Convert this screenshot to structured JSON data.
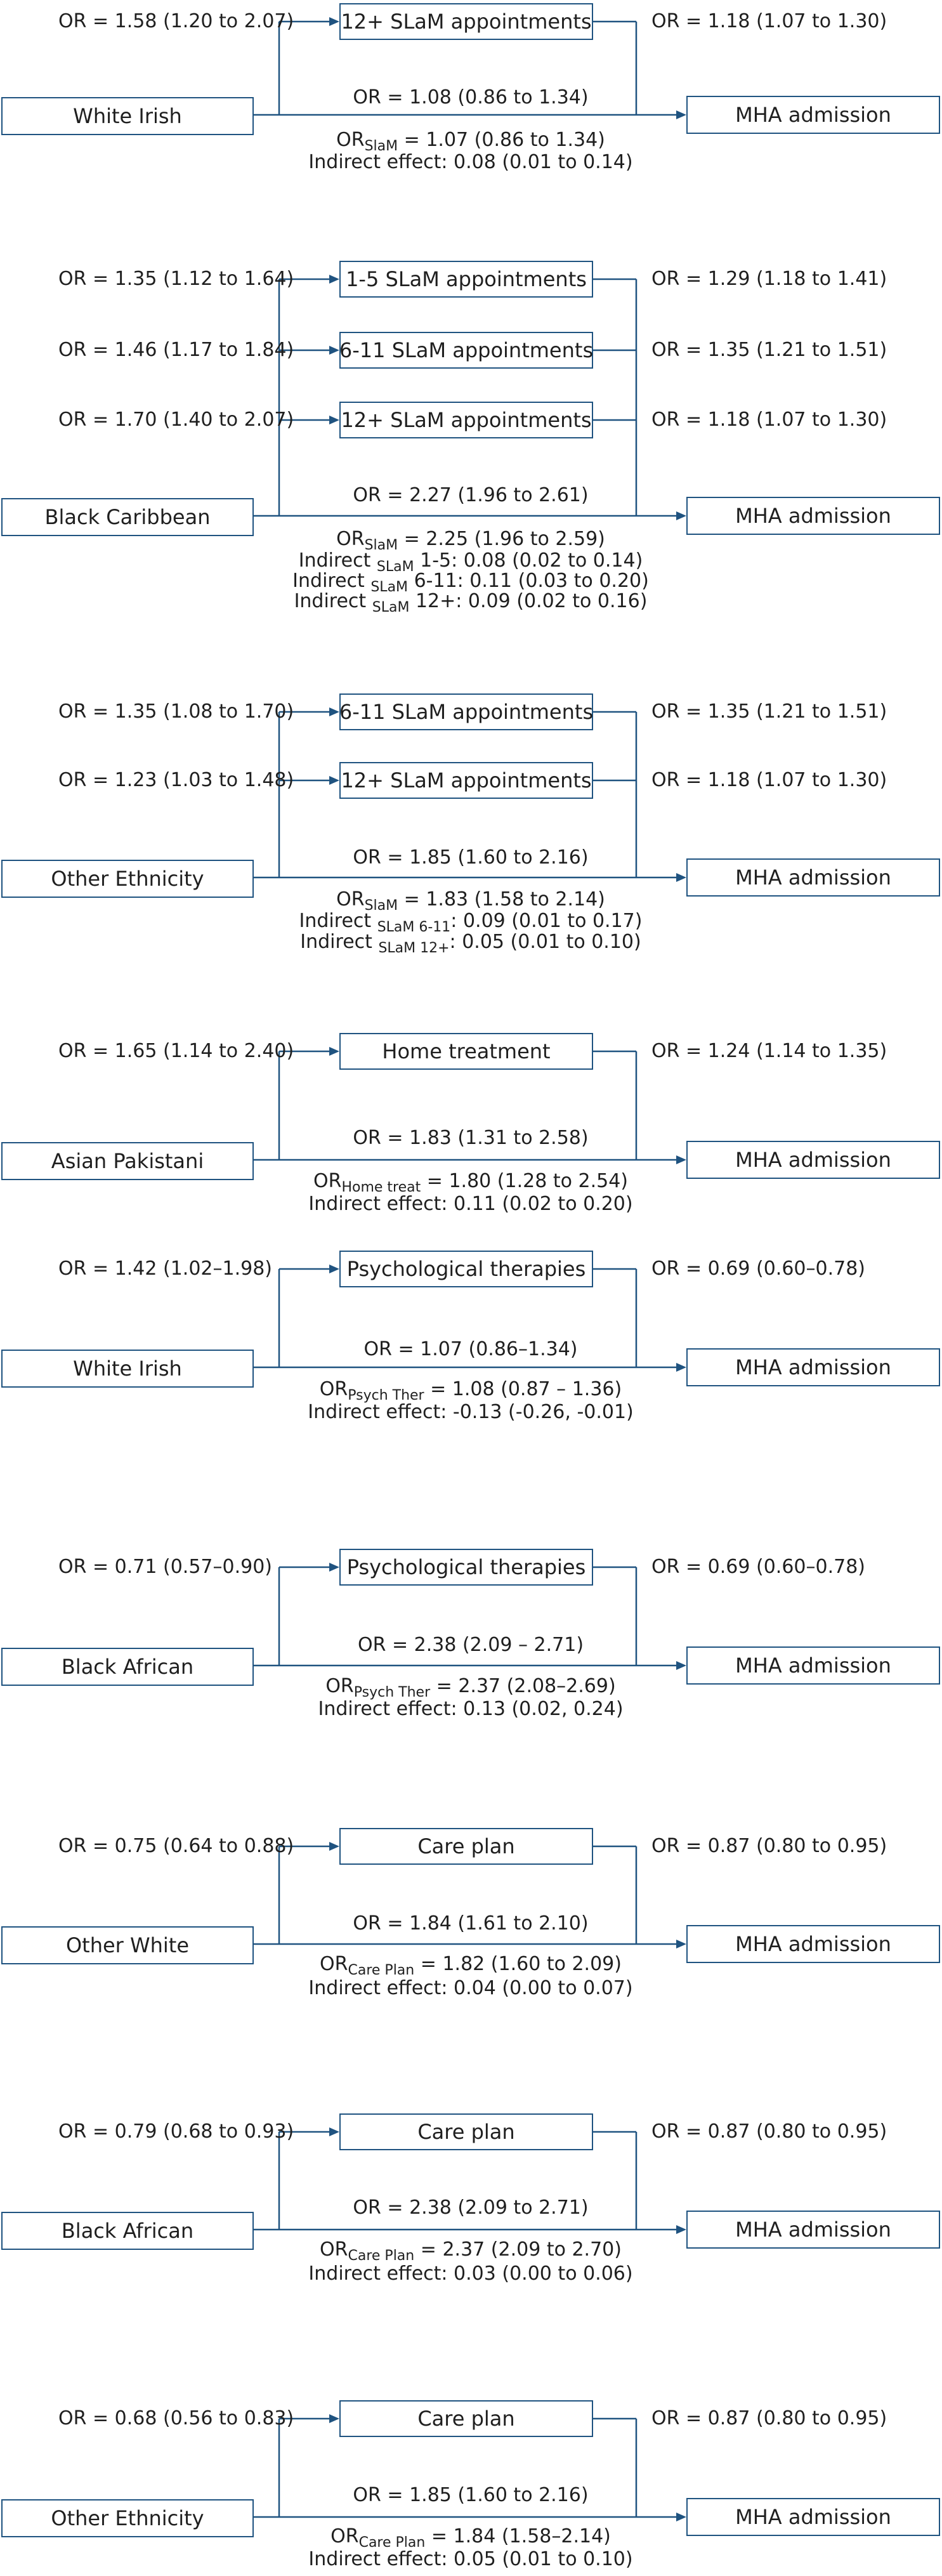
{
  "diagrams": [
    {
      "exposure": "White Irish",
      "outcome": "MHA admission",
      "mediators": [
        {
          "label": "12+ SLaM appointments",
          "path_a": "OR = 1.58 (1.20 to 2.07)",
          "path_b": "OR = 1.18 (1.07 to 1.30)"
        }
      ],
      "total": "OR = 1.08 (0.86 to 1.34)",
      "direct": {
        "prefix": "OR",
        "sub": "SlaM",
        "text": " = 1.07 (0.86 to 1.34)"
      },
      "indirect": [
        {
          "prefix": "Indirect effect: 0.08 (0.01 to 0.14)",
          "sub": "",
          "text": ""
        }
      ]
    },
    {
      "exposure": "Black Caribbean",
      "outcome": "MHA admission",
      "mediators": [
        {
          "label": "1-5 SLaM appointments",
          "path_a": "OR = 1.35 (1.12 to 1.64)",
          "path_b": "OR = 1.29 (1.18 to 1.41)"
        },
        {
          "label": "6-11 SLaM appointments",
          "path_a": "OR = 1.46 (1.17 to 1.84)",
          "path_b": "OR = 1.35 (1.21 to 1.51)"
        },
        {
          "label": "12+ SLaM appointments",
          "path_a": "OR = 1.70 (1.40 to 2.07)",
          "path_b": "OR = 1.18 (1.07 to 1.30)"
        }
      ],
      "total": "OR = 2.27 (1.96 to 2.61)",
      "direct": {
        "prefix": "OR",
        "sub": "SlaM",
        "text": " = 2.25 (1.96 to 2.59)"
      },
      "indirect": [
        {
          "prefix": "Indirect ",
          "sub": "SLaM",
          "text": " 1-5: 0.08 (0.02 to 0.14)"
        },
        {
          "prefix": "Indirect ",
          "sub": "SLaM",
          "text": " 6-11: 0.11 (0.03 to 0.20)"
        },
        {
          "prefix": "Indirect ",
          "sub": "SLaM",
          "text": " 12+: 0.09 (0.02 to 0.16)"
        }
      ]
    },
    {
      "exposure": "Other Ethnicity",
      "outcome": "MHA admission",
      "mediators": [
        {
          "label": "6-11 SLaM appointments",
          "path_a": "OR = 1.35 (1.08 to 1.70)",
          "path_b": "OR = 1.35 (1.21 to 1.51)"
        },
        {
          "label": "12+ SLaM appointments",
          "path_a": "OR = 1.23 (1.03 to 1.48)",
          "path_b": "OR = 1.18 (1.07 to 1.30)"
        }
      ],
      "total": "OR = 1.85 (1.60 to 2.16)",
      "direct": {
        "prefix": "OR",
        "sub": "SlaM",
        "text": " = 1.83 (1.58 to 2.14)"
      },
      "indirect": [
        {
          "prefix": "Indirect ",
          "sub": "SLaM 6-11",
          "text": ": 0.09 (0.01 to 0.17)"
        },
        {
          "prefix": "Indirect ",
          "sub": "SLaM 12+",
          "text": ": 0.05 (0.01 to 0.10)"
        }
      ]
    },
    {
      "exposure": "Asian Pakistani",
      "outcome": "MHA admission",
      "mediators": [
        {
          "label": "Home treatment",
          "path_a": "OR = 1.65 (1.14 to 2.40)",
          "path_b": "OR = 1.24 (1.14 to 1.35)"
        }
      ],
      "total": "OR = 1.83 (1.31 to 2.58)",
      "direct": {
        "prefix": "OR",
        "sub": "Home treat",
        "text": " = 1.80 (1.28 to 2.54)"
      },
      "indirect": [
        {
          "prefix": "Indirect effect: 0.11 (0.02 to 0.20)",
          "sub": "",
          "text": ""
        }
      ]
    },
    {
      "exposure": "White Irish",
      "outcome": "MHA admission",
      "mediators": [
        {
          "label": "Psychological therapies",
          "path_a": "OR = 1.42 (1.02–1.98)",
          "path_b": "OR = 0.69 (0.60–0.78)"
        }
      ],
      "total": "OR = 1.07 (0.86–1.34)",
      "direct": {
        "prefix": "OR",
        "sub": "Psych Ther",
        "text": " = 1.08 (0.87 – 1.36)"
      },
      "indirect": [
        {
          "prefix": "Indirect effect: -0.13 (-0.26, -0.01)",
          "sub": "",
          "text": ""
        }
      ]
    },
    {
      "exposure": "Black African",
      "outcome": "MHA admission",
      "mediators": [
        {
          "label": "Psychological therapies",
          "path_a": "OR = 0.71 (0.57–0.90)",
          "path_b": "OR = 0.69 (0.60–0.78)"
        }
      ],
      "total": "OR = 2.38 (2.09 – 2.71)",
      "direct": {
        "prefix": "OR",
        "sub": "Psych Ther",
        "text": " = 2.37 (2.08–2.69)"
      },
      "indirect": [
        {
          "prefix": "Indirect effect: 0.13 (0.02, 0.24)",
          "sub": "",
          "text": ""
        }
      ]
    },
    {
      "exposure": "Other White",
      "outcome": "MHA admission",
      "mediators": [
        {
          "label": "Care plan",
          "path_a": "OR = 0.75 (0.64 to 0.88)",
          "path_b": "OR = 0.87 (0.80 to 0.95)"
        }
      ],
      "total": "OR = 1.84 (1.61 to 2.10)",
      "direct": {
        "prefix": "OR",
        "sub": "Care Plan",
        "text": " = 1.82 (1.60 to 2.09)"
      },
      "indirect": [
        {
          "prefix": "Indirect effect: 0.04 (0.00 to 0.07)",
          "sub": "",
          "text": ""
        }
      ]
    },
    {
      "exposure": "Black African",
      "outcome": "MHA admission",
      "mediators": [
        {
          "label": "Care plan",
          "path_a": "OR = 0.79 (0.68 to 0.93)",
          "path_b": "OR = 0.87 (0.80 to 0.95)"
        }
      ],
      "total": "OR = 2.38 (2.09 to 2.71)",
      "direct": {
        "prefix": "OR",
        "sub": "Care Plan",
        "text": " = 2.37 (2.09 to 2.70)"
      },
      "indirect": [
        {
          "prefix": "Indirect effect: 0.03 (0.00 to 0.06)",
          "sub": "",
          "text": ""
        }
      ]
    },
    {
      "exposure": "Other Ethnicity",
      "outcome": "MHA admission",
      "mediators": [
        {
          "label": "Care plan",
          "path_a": "OR = 0.68 (0.56 to 0.83)",
          "path_b": "OR = 0.87 (0.80 to 0.95)"
        }
      ],
      "total": "OR = 1.85 (1.60 to 2.16)",
      "direct": {
        "prefix": "OR",
        "sub": "Care Plan",
        "text": " = 1.84 (1.58–2.14)"
      },
      "indirect": [
        {
          "prefix": "Indirect effect: 0.05 (0.01 to 0.10)",
          "sub": "",
          "text": ""
        }
      ]
    }
  ]
}
